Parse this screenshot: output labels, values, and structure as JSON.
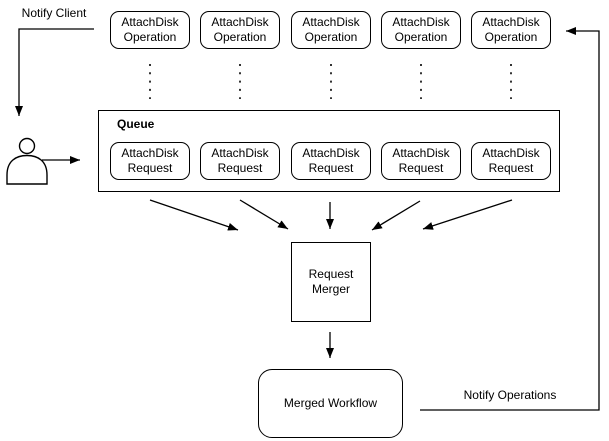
{
  "colors": {
    "background": "#ffffff",
    "stroke": "#000000",
    "text": "#000000"
  },
  "annotations": {
    "notify_client": "Notify Client",
    "notify_operations": "Notify Operations"
  },
  "operations_row": {
    "boxes": [
      {
        "label": "AttachDisk Operation"
      },
      {
        "label": "AttachDisk Operation"
      },
      {
        "label": "AttachDisk Operation"
      },
      {
        "label": "AttachDisk Operation"
      },
      {
        "label": "AttachDisk Operation"
      }
    ]
  },
  "queue": {
    "title": "Queue",
    "boxes": [
      {
        "label": "AttachDisk Request"
      },
      {
        "label": "AttachDisk Request"
      },
      {
        "label": "AttachDisk Request"
      },
      {
        "label": "AttachDisk Request"
      },
      {
        "label": "AttachDisk Request"
      }
    ]
  },
  "merger": {
    "label": "Request Merger"
  },
  "workflow": {
    "label": "Merged Workflow"
  },
  "icons": {
    "user_actor": "person-silhouette",
    "arrowhead": "filled-triangle"
  }
}
